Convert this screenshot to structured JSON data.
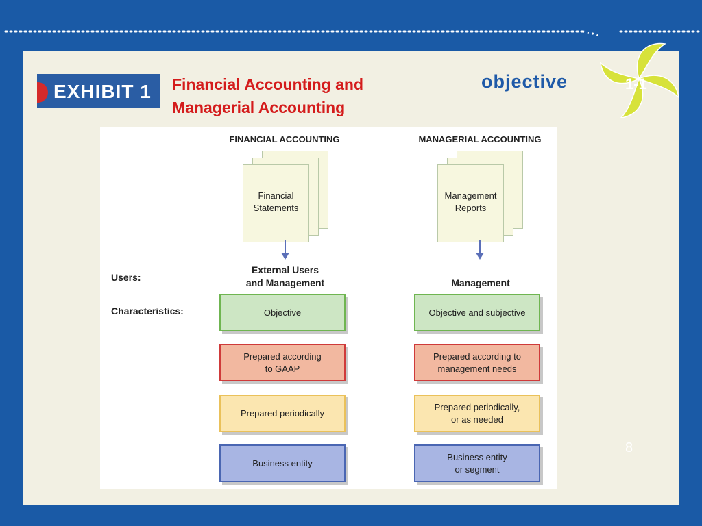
{
  "header": {
    "exhibit_label": "EXHIBIT 1",
    "title_line1": "Financial Accounting and",
    "title_line2": "Managerial Accounting",
    "objective_label": "objective",
    "objective_number": "1-1"
  },
  "diagram": {
    "financial": {
      "heading": "FINANCIAL ACCOUNTING",
      "doc_line1": "Financial",
      "doc_line2": "Statements",
      "users_line1": "External Users",
      "users_line2": "and Management",
      "boxes": [
        {
          "line1": "Objective",
          "line2": ""
        },
        {
          "line1": "Prepared according",
          "line2": "to GAAP"
        },
        {
          "line1": "Prepared periodically",
          "line2": ""
        },
        {
          "line1": "Business entity",
          "line2": ""
        }
      ]
    },
    "managerial": {
      "heading": "MANAGERIAL ACCOUNTING",
      "doc_line1": "Management",
      "doc_line2": "Reports",
      "users_line1": "Management",
      "boxes": [
        {
          "line1": "Objective and subjective",
          "line2": ""
        },
        {
          "line1": "Prepared according to",
          "line2": "management needs"
        },
        {
          "line1": "Prepared periodically,",
          "line2": "or as needed"
        },
        {
          "line1": "Business entity",
          "line2": "or segment"
        }
      ]
    },
    "labels": {
      "users": "Users:",
      "characteristics": "Characteristics:"
    }
  },
  "footer": {
    "page_number": "8"
  },
  "colors": {
    "frame_blue": "#1a5aa6",
    "title_red": "#d41c1c",
    "green": "#6fb551",
    "red": "#cf3a3a",
    "yellow": "#eac15a",
    "blue": "#4a66b2"
  }
}
